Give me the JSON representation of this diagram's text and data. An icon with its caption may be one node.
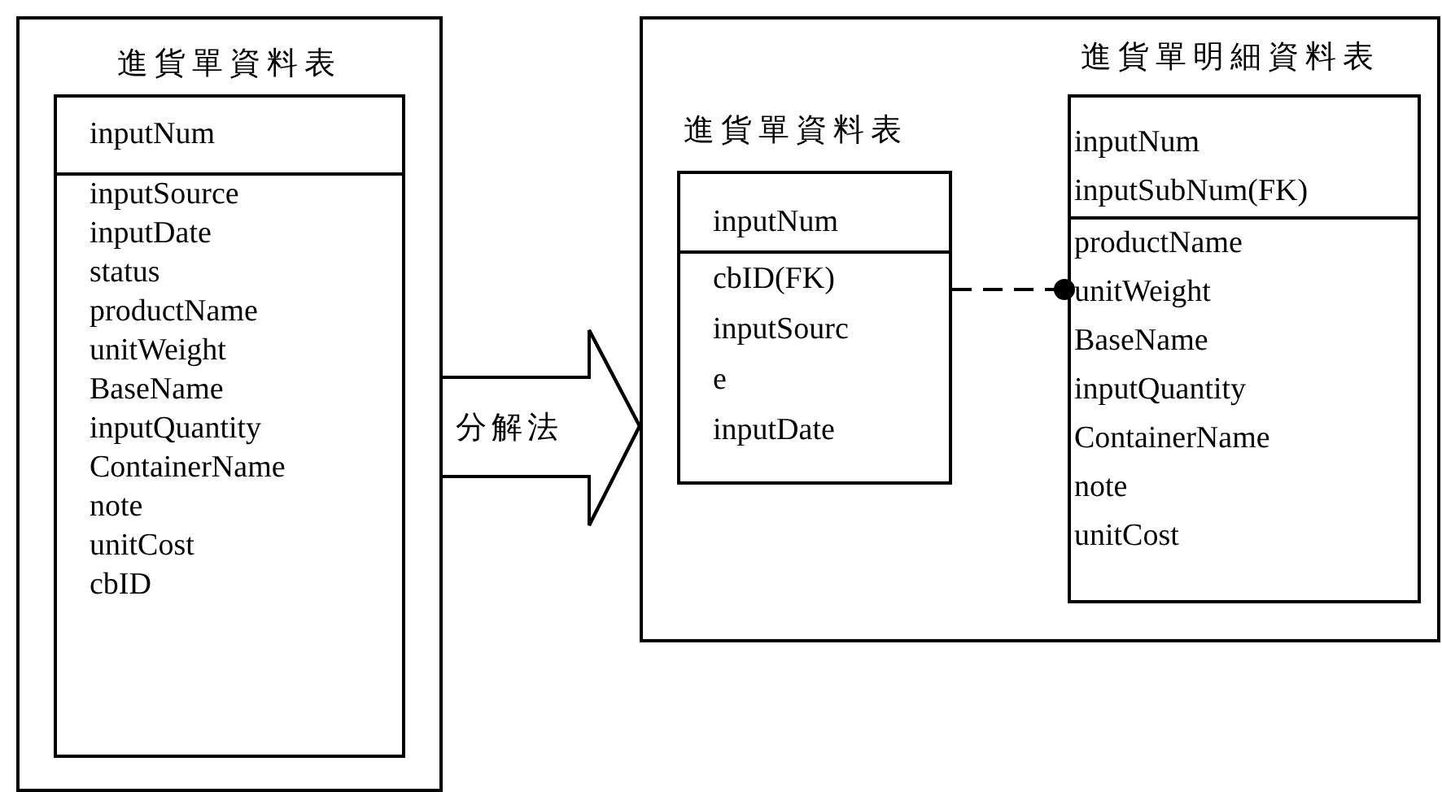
{
  "diagram": {
    "nodes": [
      {
        "text": [
          "進貨單資料表"
        ]
      },
      {
        "text": [
          "inputNum",
          "inputSource",
          "inputDate",
          "status",
          "productName",
          "unitWeight",
          "BaseName",
          "inputQuantity",
          "ContainerName",
          "note",
          "unitCost",
          "cbID"
        ],
        "in": 0
      },
      {
        "text": [],
        "shape": "box"
      },
      {
        "text": [
          "進貨單資料表",
          "inputNum",
          "cbID(FK)",
          "inputSource",
          "inputDate"
        ],
        "in": 2
      },
      {
        "text": [
          "進貨單明細資料表",
          "inputNum",
          "inputSubNum(FK)",
          "productName",
          "unitWeight",
          "BaseName",
          "inputQuantity",
          "ContainerName",
          "note",
          "unitCost"
        ],
        "in": 2
      }
    ],
    "edges": [
      {
        "from": 0,
        "to": 2,
        "arrow": "to",
        "label": "分解法"
      },
      {
        "from": 3,
        "to": 4,
        "arrow": "other",
        "style": "dashed"
      }
    ]
  }
}
